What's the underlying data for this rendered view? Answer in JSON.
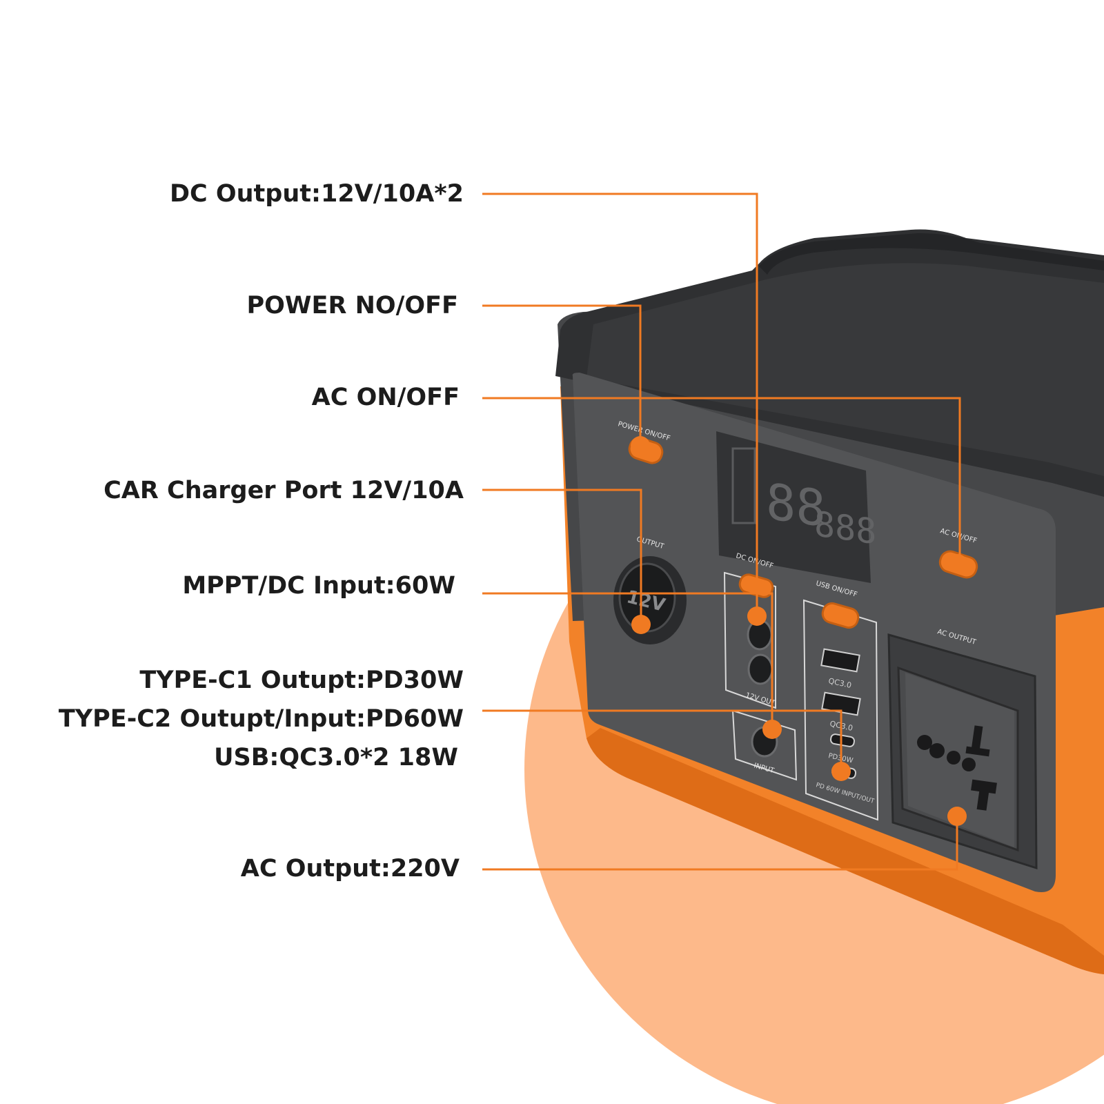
{
  "colors": {
    "accent": "#f07a22",
    "backdrop": "#fdb98a",
    "body_orange": "#f28229",
    "case_dark": "#464749",
    "panel": "#535456",
    "top": "#2f3032",
    "text": "#1c1c1c"
  },
  "callouts": {
    "dc_output": "DC Output:12V/10A*2",
    "power": "POWER NO/OFF",
    "ac_switch": "AC ON/OFF",
    "car_charger": "CAR Charger Port 12V/10A",
    "mppt": "MPPT/DC Input:60W",
    "usb_lines": [
      "TYPE-C1 Outupt:PD30W",
      "TYPE-C2 Outupt/Input:PD60W",
      "USB:QC3.0*2 18W"
    ],
    "ac_output": "AC Output:220V"
  },
  "device": {
    "lcd_left": "88",
    "lcd_right": "888",
    "car_port": "12V",
    "power_caption": "POWER ON/OFF",
    "output_caption": "OUTPUT",
    "dc_caption": "DC ON/OFF",
    "dc_sub": "12V OUT",
    "input_caption": "INPUT",
    "usb_caption": "USB ON/OFF",
    "qc_a": "QC3.0",
    "qc_b": "QC3.0",
    "pd_small": "PD30W",
    "pd_big": "PD 60W INPUT/OUT",
    "ac_caption": "AC ON/OFF",
    "ac_out_caption": "AC OUTPUT"
  }
}
